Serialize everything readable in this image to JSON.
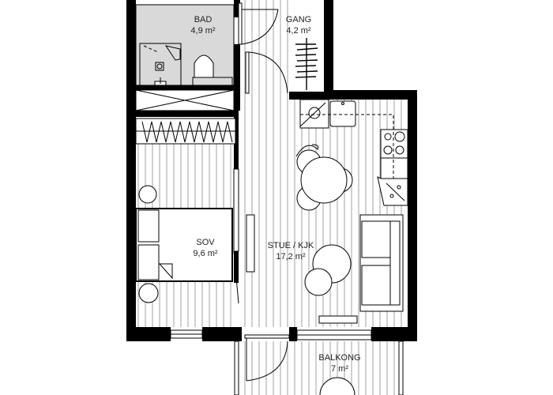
{
  "plan": {
    "colors": {
      "wall": "#000000",
      "bathroom_fill": "#d9d9d9",
      "floor_lines": "#9a9a9a",
      "background": "#ffffff"
    },
    "rooms": [
      {
        "id": "bad",
        "name": "BAD",
        "area": "4,9 m²"
      },
      {
        "id": "gang",
        "name": "GANG",
        "area": "4,2 m²"
      },
      {
        "id": "sov",
        "name": "SOV",
        "area": "9,6 m²"
      },
      {
        "id": "stue",
        "name": "STUE / KJK",
        "area": "17,2 m²"
      },
      {
        "id": "balkong",
        "name": "BALKONG",
        "area": "7 m²"
      }
    ]
  }
}
